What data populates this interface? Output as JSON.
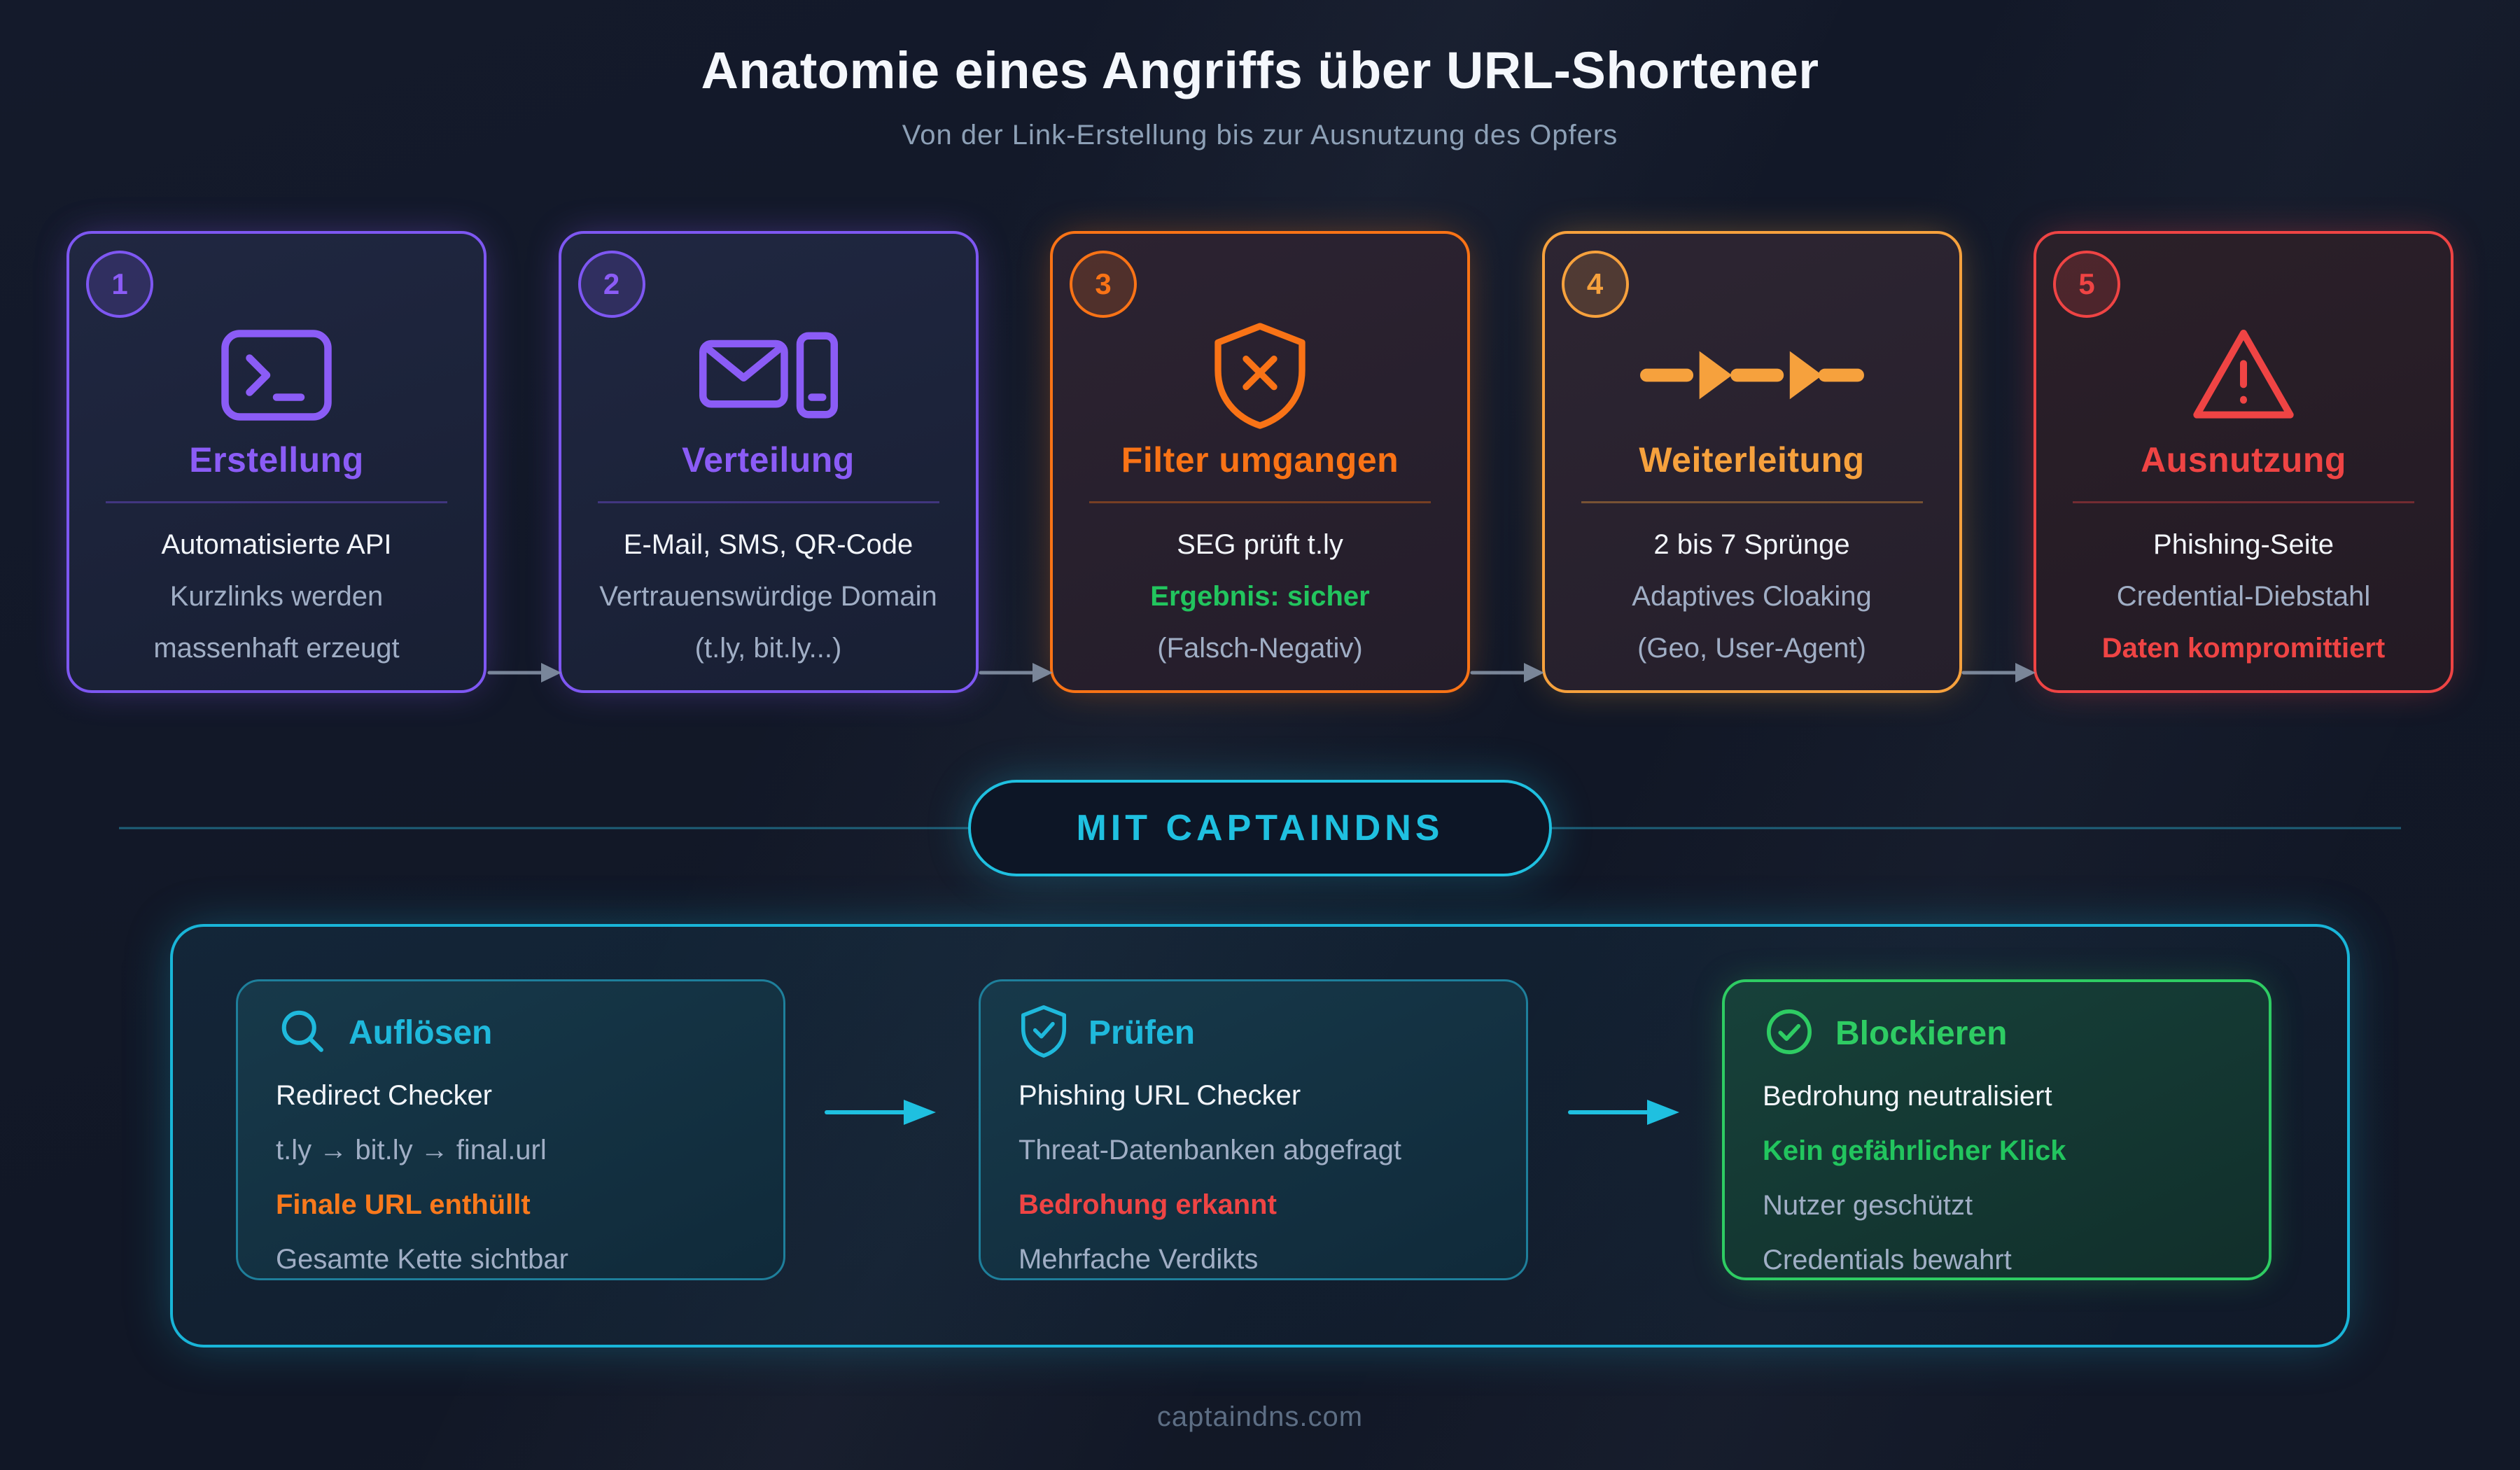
{
  "header": {
    "title": "Anatomie eines Angriffs über URL-Shortener",
    "subtitle": "Von der Link-Erstellung bis zur Ausnutzung des Opfers"
  },
  "attack_steps": [
    {
      "num": "1",
      "title": "Erstellung",
      "icon": "terminal-icon",
      "lines": [
        {
          "text": "Automatisierte API"
        },
        {
          "text": "Kurzlinks werden"
        },
        {
          "text": "massenhaft erzeugt"
        }
      ]
    },
    {
      "num": "2",
      "title": "Verteilung",
      "icon": "mail-sms-icon",
      "lines": [
        {
          "text": "E-Mail, SMS, QR-Code"
        },
        {
          "text": "Vertrauenswürdige Domain"
        },
        {
          "text": "(t.ly, bit.ly...)"
        }
      ]
    },
    {
      "num": "3",
      "title": "Filter umgangen",
      "icon": "shield-x-icon",
      "lines": [
        {
          "text": "SEG prüft t.ly"
        },
        {
          "text": "Ergebnis: sicher"
        },
        {
          "text": "(Falsch-Negativ)"
        }
      ]
    },
    {
      "num": "4",
      "title": "Weiterleitung",
      "icon": "redirect-hops-icon",
      "lines": [
        {
          "text": "2 bis 7 Sprünge"
        },
        {
          "text": "Adaptives Cloaking"
        },
        {
          "text": "(Geo, User-Agent)"
        }
      ]
    },
    {
      "num": "5",
      "title": "Ausnutzung",
      "icon": "warning-triangle-icon",
      "lines": [
        {
          "text": "Phishing-Seite"
        },
        {
          "text": "Credential-Diebstahl"
        },
        {
          "text": "Daten kompromittiert"
        }
      ]
    }
  ],
  "solution": {
    "badge": "MIT CAPTAINDNS",
    "steps": [
      {
        "title": "Auflösen",
        "icon": "magnifier-icon",
        "lines": [
          {
            "text": "Redirect Checker"
          },
          {
            "text": "t.ly → bit.ly → final.url"
          },
          {
            "text": "Finale URL enthüllt"
          },
          {
            "text": "Gesamte Kette sichtbar"
          }
        ]
      },
      {
        "title": "Prüfen",
        "icon": "shield-check-icon",
        "lines": [
          {
            "text": "Phishing URL Checker"
          },
          {
            "text": "Threat-Datenbanken abgefragt"
          },
          {
            "text": "Bedrohung erkannt"
          },
          {
            "text": "Mehrfache Verdikts"
          }
        ]
      },
      {
        "title": "Blockieren",
        "icon": "circle-check-icon",
        "lines": [
          {
            "text": "Bedrohung neutralisiert"
          },
          {
            "text": "Kein gefährlicher Klick"
          },
          {
            "text": "Nutzer geschützt"
          },
          {
            "text": "Credentials bewahrt"
          }
        ]
      }
    ]
  },
  "footer": {
    "site": "captaindns.com"
  },
  "colors": {
    "purple": "#8b5cf6",
    "orange": "#f97316",
    "amber": "#f6a13d",
    "red": "#ef4444",
    "green": "#22c55e",
    "cyan": "#1fc0e0",
    "slate_arrow": "#8b99ad"
  }
}
